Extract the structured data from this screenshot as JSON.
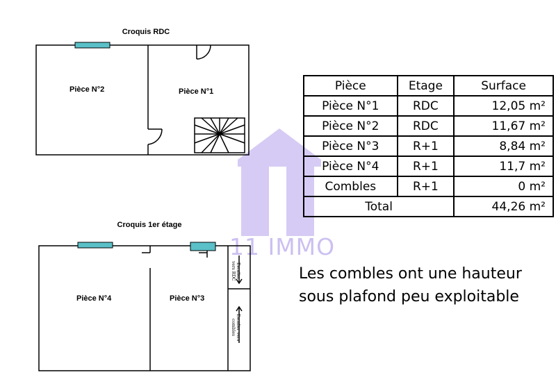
{
  "plans": {
    "rdc": {
      "title": "Croquis RDC",
      "room1": "Pièce N°1",
      "room2": "Pièce N°2"
    },
    "etage": {
      "title": "Croquis 1er étage",
      "room3": "Pièce N°3",
      "room4": "Pièce N°4",
      "stair_down": "Escalier vers RDC",
      "stair_up": "Escalier vers combles"
    }
  },
  "table": {
    "headers": [
      "Pièce",
      "Etage",
      "Surface"
    ],
    "rows": [
      [
        "Pièce N°1",
        "RDC",
        "12,05 m²"
      ],
      [
        "Pièce N°2",
        "RDC",
        "11,67 m²"
      ],
      [
        "Pièce N°3",
        "R+1",
        "8,84 m²"
      ],
      [
        "Pièce N°4",
        "R+1",
        "11,7 m²"
      ],
      [
        "Combles",
        "R+1",
        "0 m²"
      ]
    ],
    "total_label": "Total",
    "total_value": "44,26 m²"
  },
  "note": {
    "line1": "Les combles ont une hauteur",
    "line2": "sous plafond peu exploitable"
  },
  "watermark": {
    "text": "11 IMMO",
    "color": "#a38ce6"
  },
  "colors": {
    "window": "#5bc0c8",
    "wall": "#000000"
  }
}
